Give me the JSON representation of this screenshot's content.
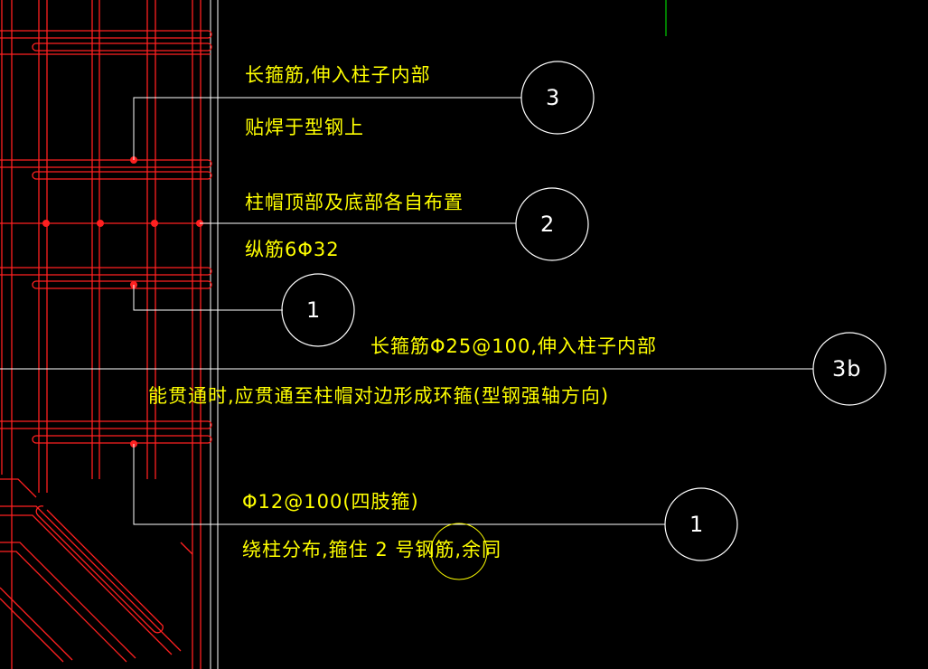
{
  "colors": {
    "background": "#000000",
    "rebar": "#ff0000",
    "annotation_text": "#ffff00",
    "leader": "#ffffff",
    "bubble": "#ffffff",
    "grid_line": "#00cc00"
  },
  "annotations": {
    "a3_line1": "长箍筋,伸入柱子内部",
    "a3_line2": "贴焊于型钢上",
    "a2_line1": "柱帽顶部及底部各自布置",
    "a2_line2": "纵筋6Φ32",
    "a3b_line1": "长箍筋Φ25@100,伸入柱子内部",
    "a3b_line2": "能贯通时,应贯通至柱帽对边形成环箍(型钢强轴方向)",
    "a1b_line1": "Φ12@100(四肢箍)",
    "a1b_line2": "绕柱分布,箍住 2 号钢筋,余同"
  },
  "bubbles": {
    "b3": "3",
    "b2": "2",
    "b1a": "1",
    "b3b": "3b",
    "b1b": "1"
  }
}
